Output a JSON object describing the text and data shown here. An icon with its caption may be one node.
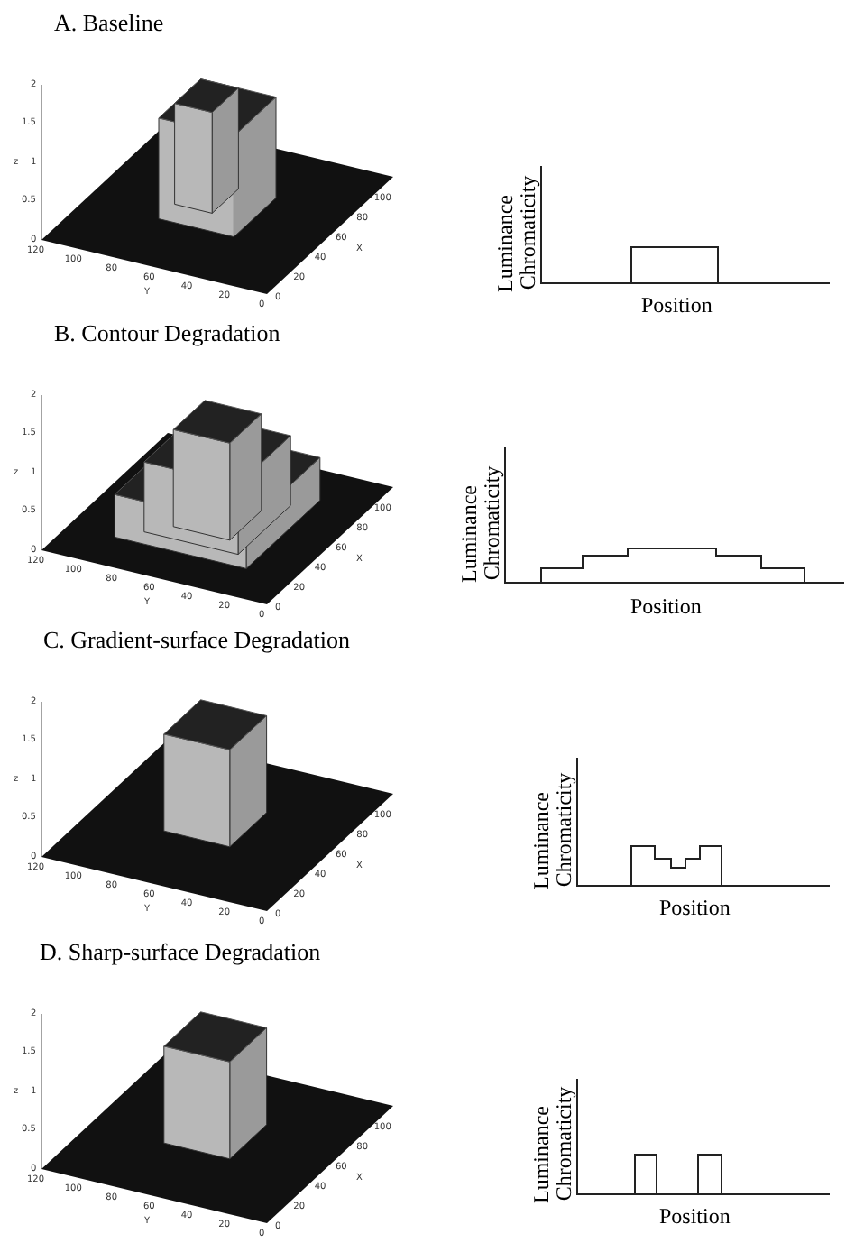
{
  "diagram": {
    "labels": [
      "A. Baseline",
      "2",
      "1.5",
      "1",
      "0.5",
      "0",
      "z",
      "120",
      "100",
      "80",
      "60",
      "40",
      "20",
      "0",
      "Y",
      "0",
      "20",
      "40",
      "60",
      "80",
      "100",
      "X",
      "Luminance",
      "Chromaticity",
      "Position",
      "B. Contour Degradation",
      "2",
      "1.5",
      "1",
      "0.5",
      "0",
      "z",
      "120",
      "100",
      "80",
      "60",
      "40",
      "20",
      "0",
      "Y",
      "0",
      "20",
      "40",
      "60",
      "80",
      "100",
      "X",
      "Luminance",
      "Chromaticity",
      "Position",
      "C. Gradient-surface Degradation",
      "2",
      "1.5",
      "1",
      "0.5",
      "0",
      "z",
      "120",
      "100",
      "80",
      "60",
      "40",
      "20",
      "0",
      "Y",
      "0",
      "20",
      "40",
      "60",
      "80",
      "100",
      "X",
      "Luminance",
      "Chromaticity",
      "Position",
      "D. Sharp-surface Degradation",
      "2",
      "1.5",
      "1",
      "0.5",
      "0",
      "z",
      "120",
      "100",
      "80",
      "60",
      "40",
      "20",
      "0",
      "Y",
      "0",
      "20",
      "40",
      "60",
      "80",
      "100",
      "X",
      "Luminance",
      "Chromaticity",
      "Position"
    ]
  }
}
